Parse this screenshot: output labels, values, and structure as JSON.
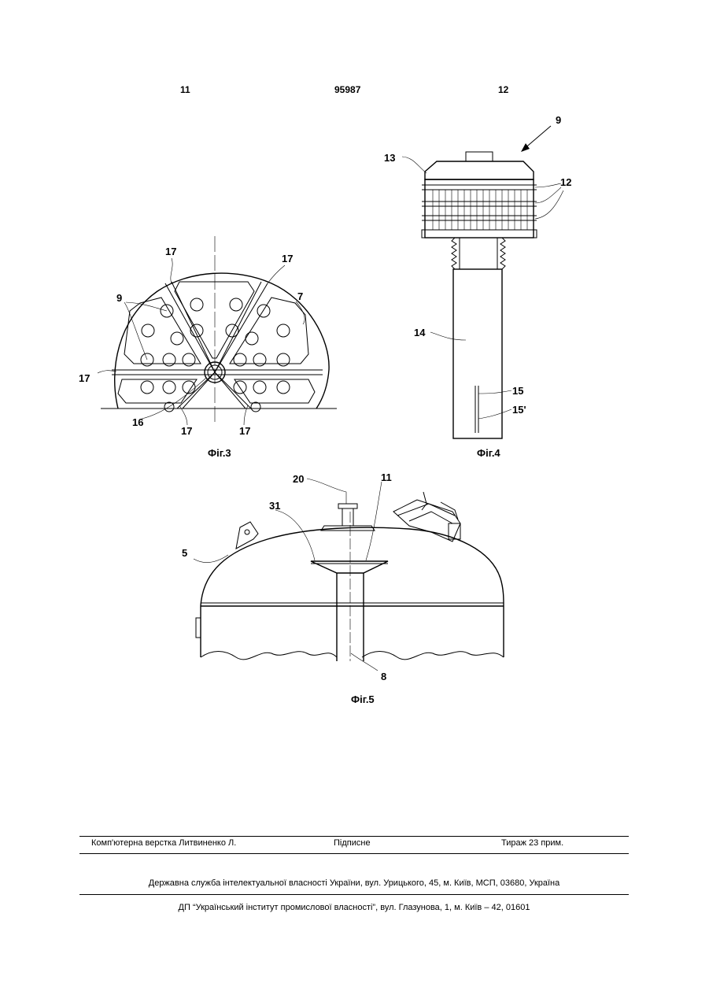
{
  "header": {
    "page_left": "11",
    "patent_number": "95987",
    "page_right": "12"
  },
  "fig3": {
    "caption": "Фіг.3",
    "labels": {
      "l17_top": "17",
      "l17_topright": "17",
      "l9": "9",
      "l7": "7",
      "l17_left": "17",
      "l16": "16",
      "l17_bot1": "17",
      "l17_bot2": "17"
    }
  },
  "fig4": {
    "caption": "Фіг.4",
    "labels": {
      "l9": "9",
      "l13": "13",
      "l12": "12",
      "l14": "14",
      "l15": "15",
      "l15p": "15'"
    }
  },
  "fig5": {
    "caption": "Фіг.5",
    "labels": {
      "l20": "20",
      "l11": "11",
      "l31": "31",
      "l5": "5",
      "l8": "8"
    }
  },
  "footer": {
    "layout_by": "Комп'ютерна верстка Литвиненко Л.",
    "signed": "Підписне",
    "circulation": "Тираж 23 прим.",
    "agency": "Державна служба інтелектуальної власності України, вул. Урицького, 45, м. Київ, МСП, 03680, Україна",
    "institute": "ДП “Український інститут промислової власності”, вул. Глазунова, 1, м. Київ – 42, 01601"
  }
}
